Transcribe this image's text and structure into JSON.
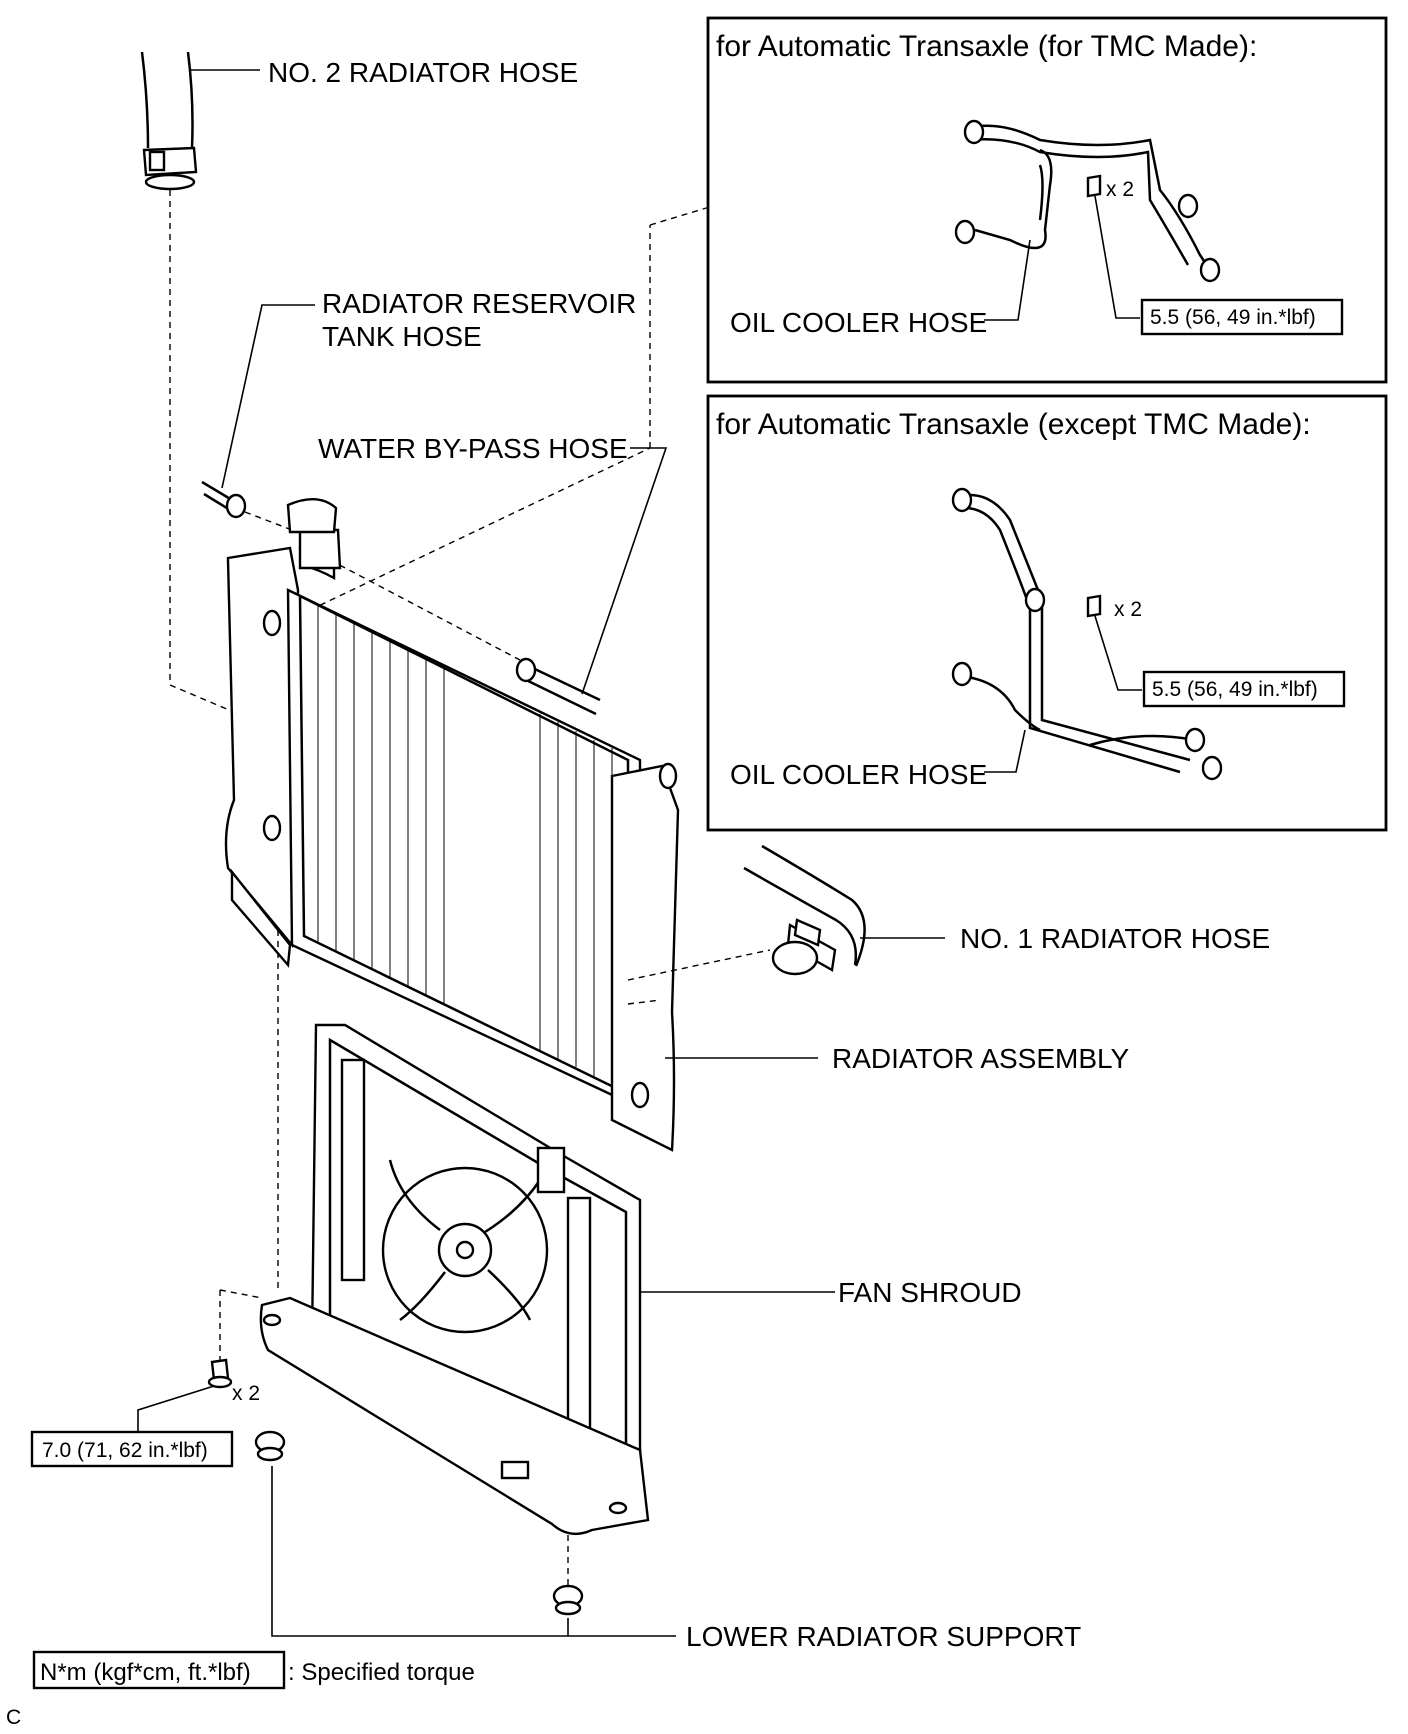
{
  "labels": {
    "no2_radiator_hose": "NO. 2 RADIATOR HOSE",
    "reservoir_tank_hose_line1": "RADIATOR RESERVOIR",
    "reservoir_tank_hose_line2": "TANK HOSE",
    "water_bypass_hose": "WATER BY-PASS HOSE",
    "no1_radiator_hose": "NO. 1 RADIATOR HOSE",
    "radiator_assembly": "RADIATOR ASSEMBLY",
    "fan_shroud": "FAN SHROUD",
    "lower_radiator_support": "LOWER RADIATOR SUPPORT"
  },
  "inset_tmc": {
    "title": "for Automatic Transaxle (for TMC Made):",
    "hose_label": "OIL COOLER HOSE",
    "qty": "x 2",
    "torque": "5.5 (56, 49 in.*lbf)"
  },
  "inset_except_tmc": {
    "title": "for Automatic Transaxle (except TMC Made):",
    "hose_label": "OIL COOLER HOSE",
    "qty": "x 2",
    "torque": "5.5 (56, 49 in.*lbf)"
  },
  "bolt": {
    "qty": "x 2",
    "torque": "7.0 (71, 62 in.*lbf)"
  },
  "legend": {
    "unit_box": "N*m (kgf*cm, ft.*lbf)",
    "text": ": Specified torque"
  },
  "footer_code": "C"
}
